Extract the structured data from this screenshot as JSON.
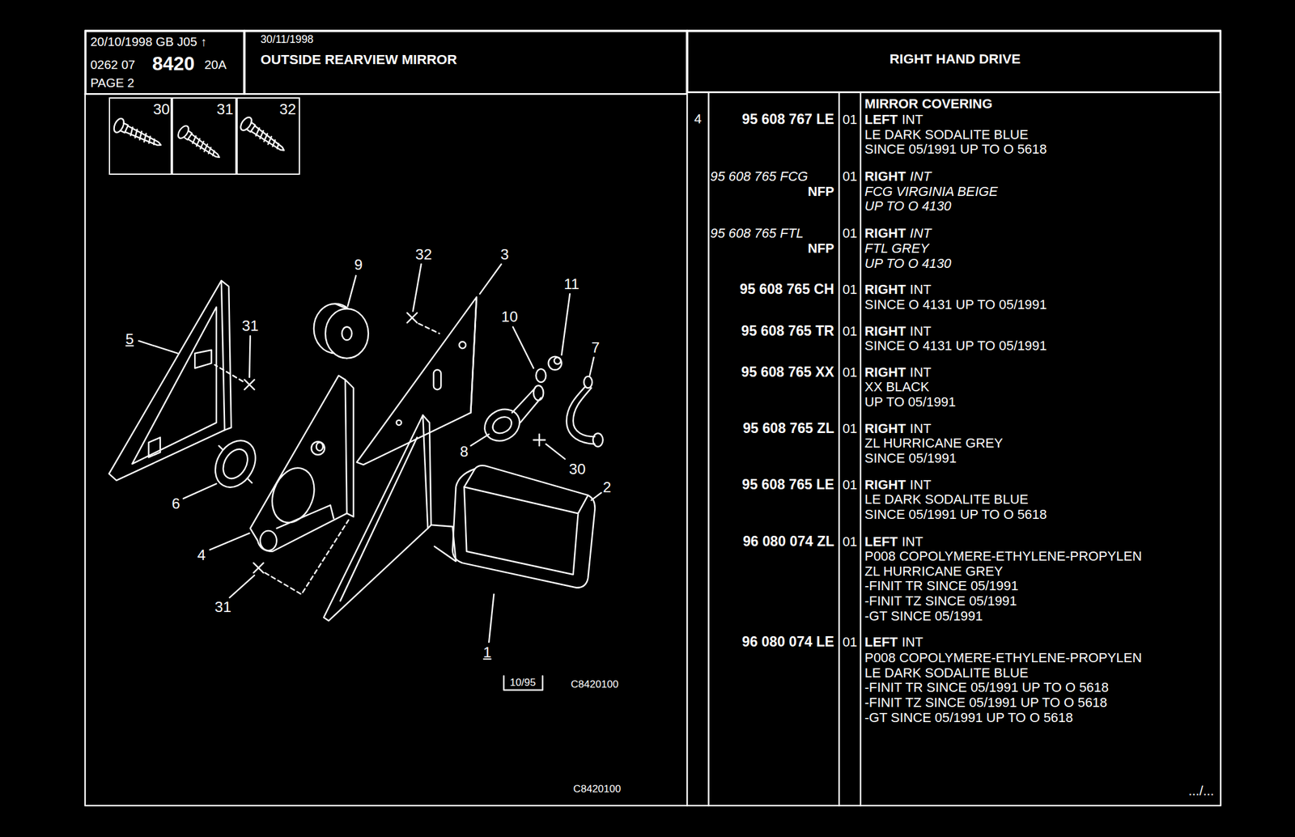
{
  "diagram": {
    "nodes": [
      {
        "text": [
          "20/10/1998 GB J05 ↑",
          "0262 07",
          "8420",
          "20A",
          "PAGE 2"
        ]
      },
      {
        "text": [
          "30/11/1998",
          "OUTSIDE REARVIEW MIRROR"
        ]
      },
      {
        "text": [
          "RIGHT HAND DRIVE"
        ]
      },
      {
        "text": [
          "30"
        ]
      },
      {
        "text": [
          "31"
        ]
      },
      {
        "text": [
          "32"
        ]
      }
    ],
    "labels": [
      "9",
      "32",
      "3",
      "11",
      "10",
      "7",
      "5",
      "31",
      "8",
      "30",
      "6",
      "4",
      "2",
      "31",
      "1",
      "10/95",
      "C8420100",
      "C8420100",
      "4",
      "95 608 767 LE",
      "01",
      "MIRROR COVERING",
      "LEFT",
      "INT",
      "LE DARK SODALITE BLUE",
      "SINCE 05/1991 UP TO O 5618",
      "95 608 765 FCG",
      "NFP",
      "01",
      "RIGHT",
      "INT",
      "FCG VIRGINIA BEIGE",
      "UP TO O 4130",
      "95 608 765 FTL",
      "NFP",
      "01",
      "RIGHT",
      "INT",
      "FTL GREY",
      "UP TO O 4130",
      "95 608 765 CH",
      "01",
      "RIGHT",
      "INT",
      "SINCE O 4131 UP TO 05/1991",
      "95 608 765 TR",
      "01",
      "RIGHT",
      "INT",
      "SINCE O 4131 UP TO 05/1991",
      "95 608 765 XX",
      "01",
      "RIGHT",
      "INT",
      "XX BLACK",
      "UP TO 05/1991",
      "95 608 765 ZL",
      "01",
      "RIGHT",
      "INT",
      "ZL HURRICANE GREY",
      "SINCE 05/1991",
      "95 608 765 LE",
      "01",
      "RIGHT",
      "INT",
      "LE DARK SODALITE BLUE",
      "SINCE 05/1991 UP TO O 5618",
      "96 080 074 ZL",
      "01",
      "LEFT",
      "INT",
      "P008 COPOLYMERE-ETHYLENE-PROPYLEN",
      "ZL HURRICANE GREY",
      "-FINIT TR SINCE 05/1991",
      "-FINIT TZ SINCE 05/1991",
      "-GT SINCE 05/1991",
      "96 080 074 LE",
      "01",
      "LEFT",
      "INT",
      "P008 COPOLYMERE-ETHYLENE-PROPYLEN",
      "LE DARK SODALITE BLUE",
      "-FINIT TR SINCE 05/1991 UP TO O 5618",
      "-FINIT TZ SINCE 05/1991 UP TO O 5618",
      "-GT SINCE 05/1991 UP TO O 5618",
      ".../..."
    ]
  }
}
